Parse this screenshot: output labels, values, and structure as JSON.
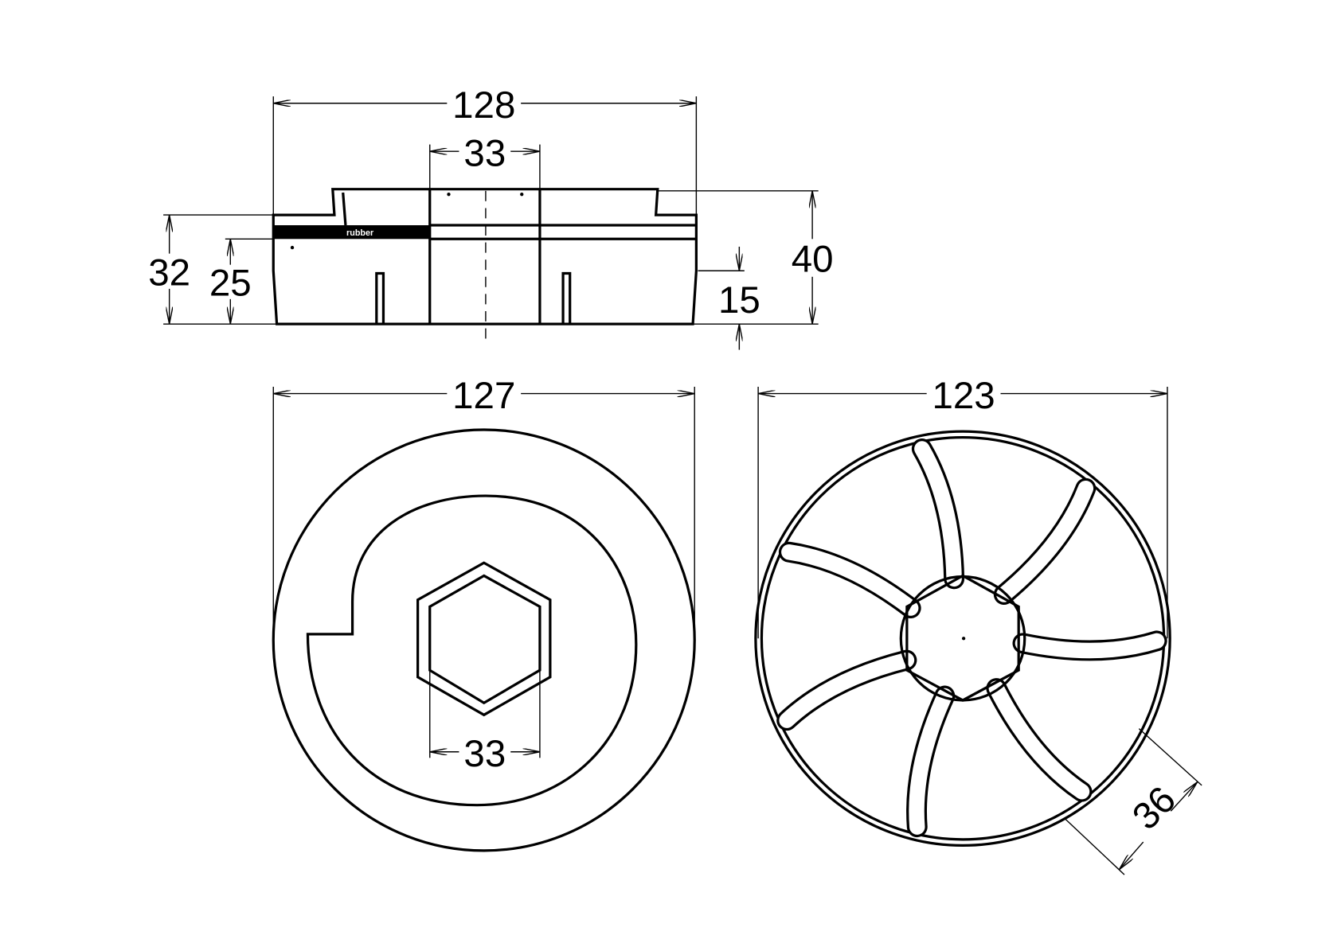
{
  "drawing": {
    "side_view": {
      "overall_width": "128",
      "bore_width": "33",
      "height_total": "32",
      "height_body": "25",
      "height_with_boss": "40",
      "step_height": "15",
      "material_label": "rubber"
    },
    "bottom_view": {
      "outer_diameter": "127",
      "hex_size": "33"
    },
    "top_view": {
      "outer_diameter": "123",
      "vane_length": "36",
      "vane_count": 7
    }
  }
}
